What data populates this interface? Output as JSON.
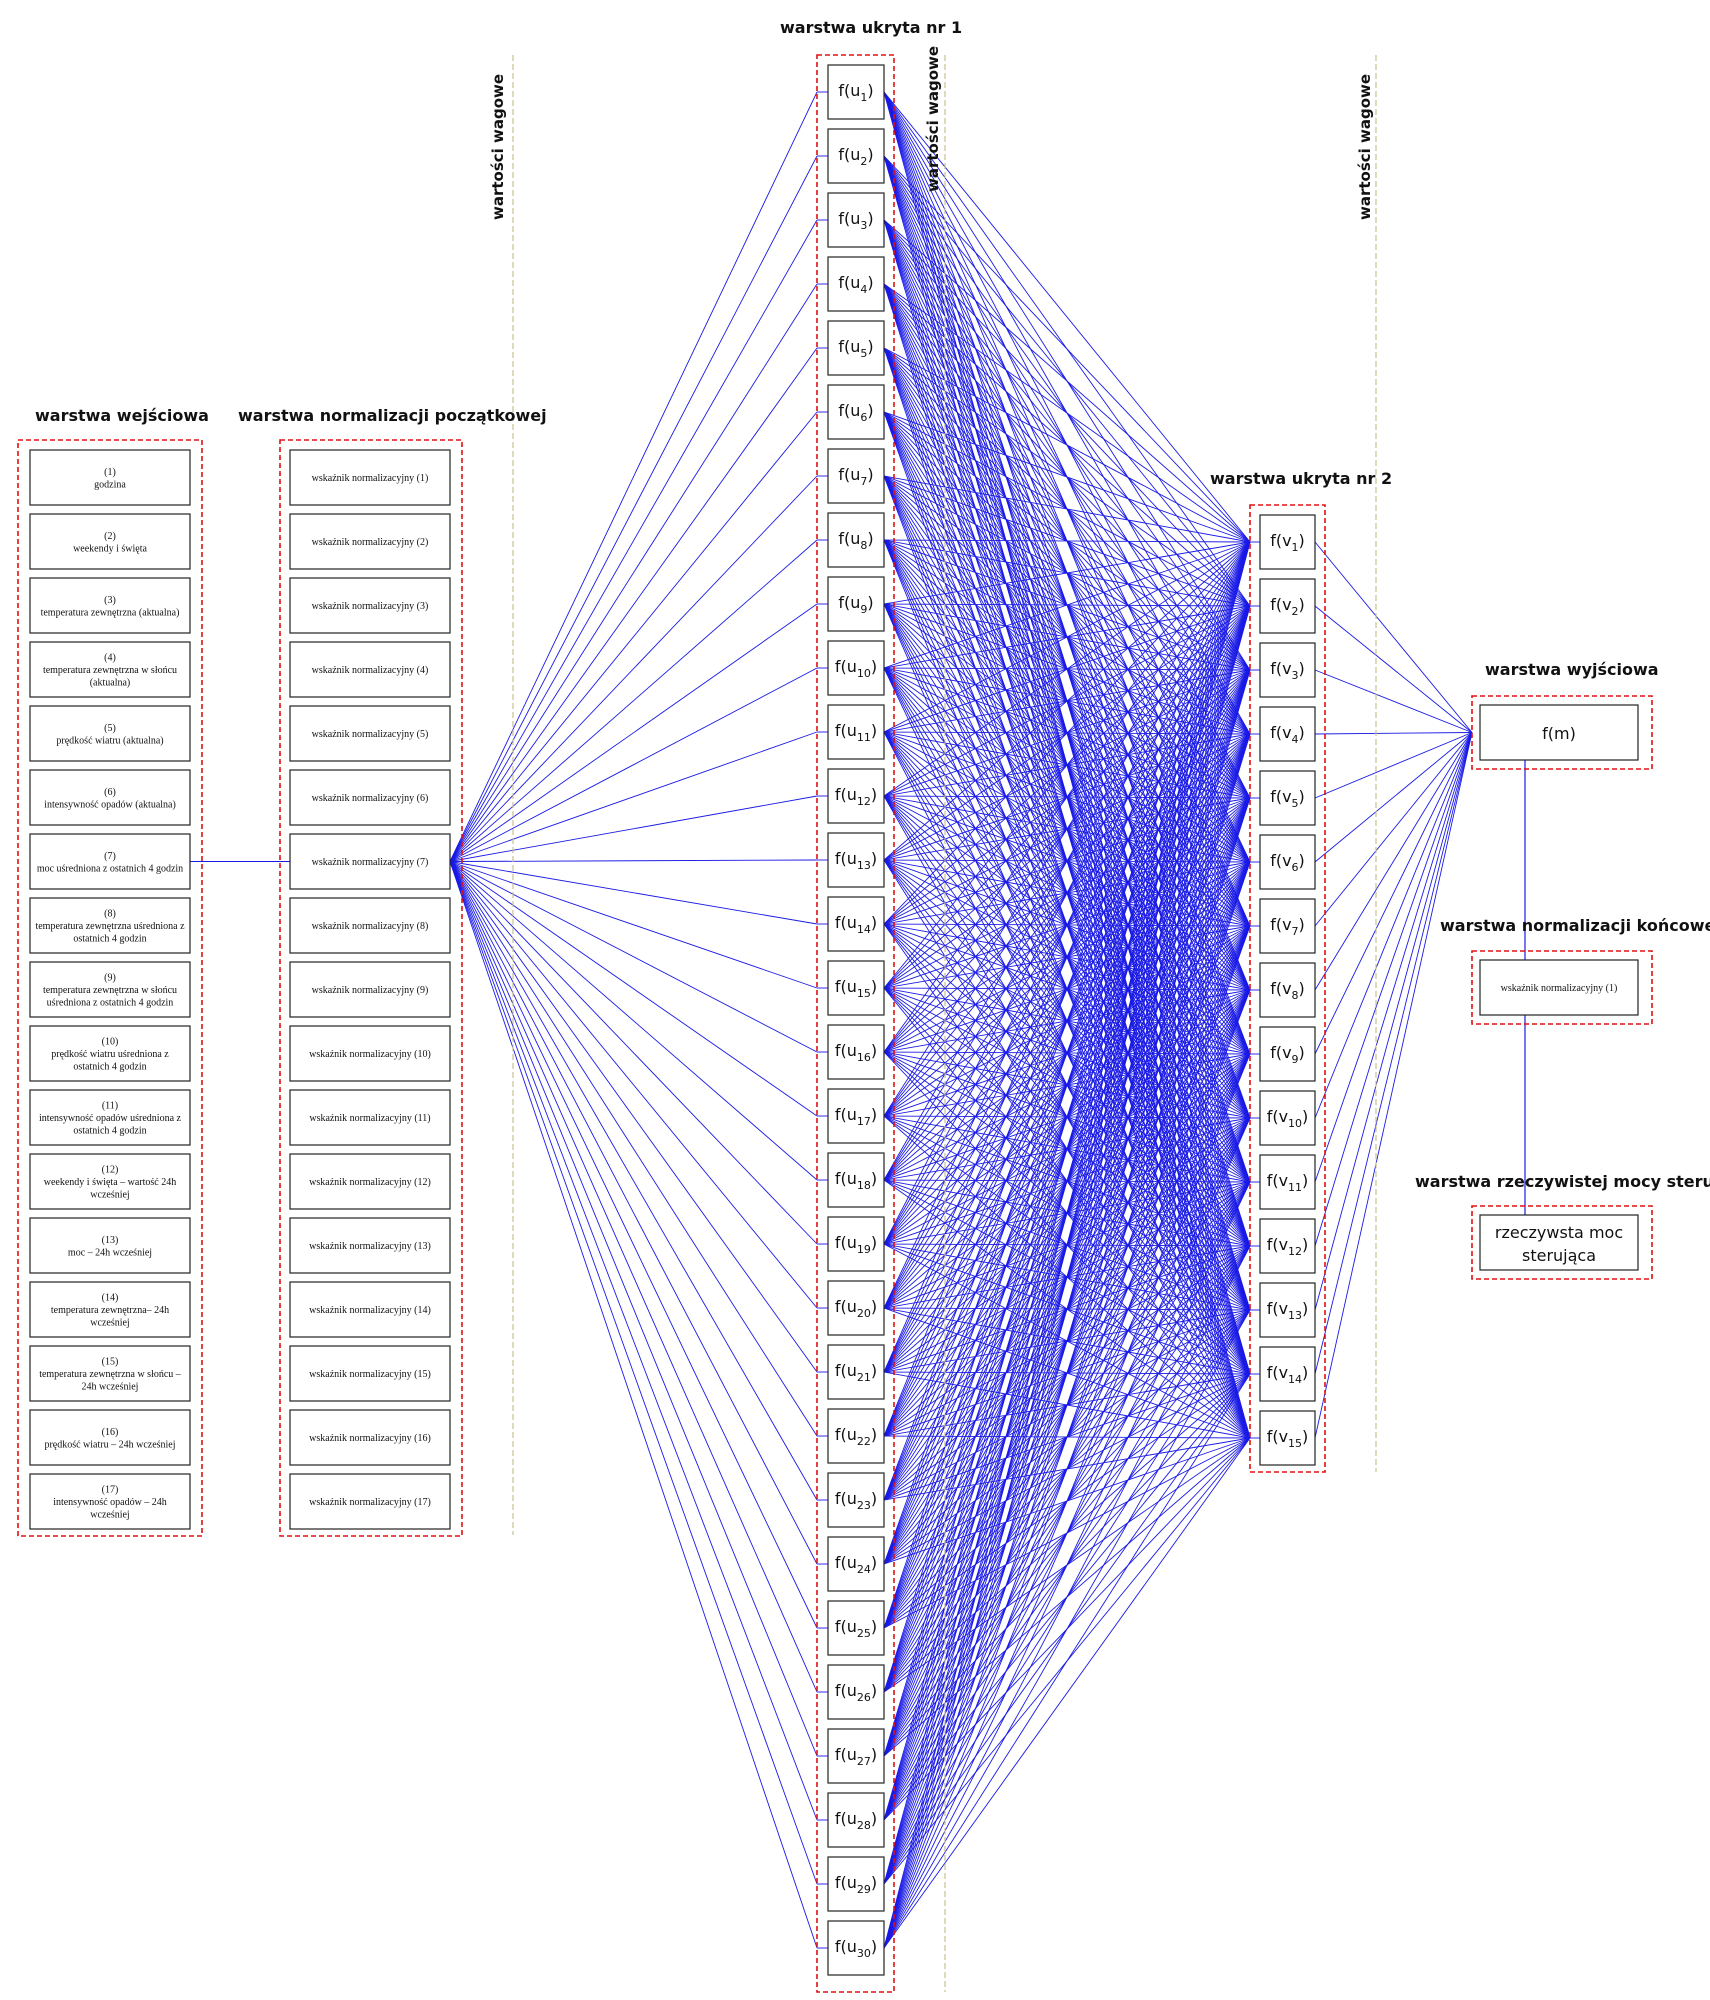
{
  "layer_titles": {
    "input": "warstwa wejściowa",
    "norm_start": "warstwa normalizacji początkowej",
    "hidden1": "warstwa ukryta nr 1",
    "hidden2": "warstwa ukryta nr 2",
    "output": "warstwa wyjściowa",
    "norm_end": "warstwa normalizacji końcowej",
    "real_power": "warstwa rzeczywistej mocy sterującej"
  },
  "weight_labels": [
    "wartości wagowe",
    "wartości wagowe",
    "wartości wagowe"
  ],
  "inputs": [
    {
      "num": "(1)",
      "lines": [
        "godzina"
      ]
    },
    {
      "num": "(2)",
      "lines": [
        "weekendy i święta"
      ]
    },
    {
      "num": "(3)",
      "lines": [
        "temperatura zewnętrzna (aktualna)"
      ]
    },
    {
      "num": "(4)",
      "lines": [
        "temperatura zewnętrzna w słońcu",
        "(aktualna)"
      ]
    },
    {
      "num": "(5)",
      "lines": [
        "prędkość wiatru (aktualna)"
      ]
    },
    {
      "num": "(6)",
      "lines": [
        "intensywność opadów (aktualna)"
      ]
    },
    {
      "num": "(7)",
      "lines": [
        "moc uśredniona z ostatnich 4 godzin"
      ]
    },
    {
      "num": "(8)",
      "lines": [
        "temperatura zewnętrzna uśredniona z",
        "ostatnich 4 godzin"
      ]
    },
    {
      "num": "(9)",
      "lines": [
        "temperatura zewnętrzna w słońcu",
        "uśredniona z ostatnich 4 godzin"
      ]
    },
    {
      "num": "(10)",
      "lines": [
        "prędkość wiatru uśredniona z",
        "ostatnich 4 godzin"
      ]
    },
    {
      "num": "(11)",
      "lines": [
        "intensywność opadów uśredniona z",
        "ostatnich 4 godzin"
      ]
    },
    {
      "num": "(12)",
      "lines": [
        "weekendy i święta – wartość 24h",
        "wcześniej"
      ]
    },
    {
      "num": "(13)",
      "lines": [
        "moc – 24h wcześniej"
      ]
    },
    {
      "num": "(14)",
      "lines": [
        "temperatura zewnętrzna– 24h",
        "wcześniej"
      ]
    },
    {
      "num": "(15)",
      "lines": [
        "temperatura zewnętrzna w słońcu –",
        "24h wcześniej"
      ]
    },
    {
      "num": "(16)",
      "lines": [
        "prędkość wiatru – 24h wcześniej"
      ]
    },
    {
      "num": "(17)",
      "lines": [
        "intensywność opadów – 24h",
        "wcześniej"
      ]
    }
  ],
  "norm_start_items": [
    "wskaźnik normalizacyjny (1)",
    "wskaźnik normalizacyjny (2)",
    "wskaźnik normalizacyjny (3)",
    "wskaźnik normalizacyjny (4)",
    "wskaźnik normalizacyjny (5)",
    "wskaźnik normalizacyjny (6)",
    "wskaźnik normalizacyjny (7)",
    "wskaźnik normalizacyjny (8)",
    "wskaźnik normalizacyjny (9)",
    "wskaźnik normalizacyjny (10)",
    "wskaźnik normalizacyjny (11)",
    "wskaźnik normalizacyjny (12)",
    "wskaźnik normalizacyjny (13)",
    "wskaźnik normalizacyjny (14)",
    "wskaźnik normalizacyjny (15)",
    "wskaźnik normalizacyjny (16)",
    "wskaźnik normalizacyjny (17)"
  ],
  "hidden1": {
    "func": "f",
    "var": "u",
    "count": 30
  },
  "hidden2": {
    "func": "f",
    "var": "v",
    "count": 15
  },
  "output_node": "f(m)",
  "norm_end_item": "wskaźnik normalizacyjny (1)",
  "real_power_lines": [
    "rzeczywsta moc",
    "sterująca"
  ],
  "colors": {
    "connection": "#1a1ae6",
    "group_border": "#e01010",
    "separator": "#c8c090"
  }
}
